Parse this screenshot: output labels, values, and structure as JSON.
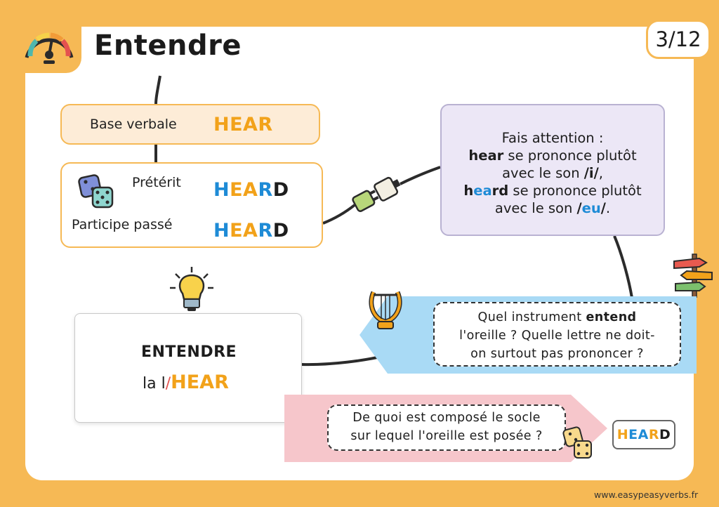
{
  "header": {
    "title": "Entendre",
    "page_counter": "3/12"
  },
  "verb_forms": {
    "base_label": "Base verbale",
    "base_value": "HEAR",
    "preterit_label": "Prétérit",
    "participle_label": "Participe passé",
    "preterit_parts": [
      "H",
      "EA",
      "R",
      "D"
    ],
    "participle_parts": [
      "H",
      "EA",
      "R",
      "D"
    ]
  },
  "pronunciation_note": {
    "line1": "Fais attention :",
    "hear_word": "hear",
    "line2_rest": " se prononce plutôt",
    "line3_pre": "avec le son ",
    "sound_i": "/i/",
    "line3_post": ",",
    "heard_h": "h",
    "heard_ea": "ea",
    "heard_rd": "rd",
    "line4_rest": " se prononce plutôt",
    "line5_pre": "avec le son ",
    "sound_eu_slash1": "/",
    "sound_eu": "eu",
    "sound_eu_slash2": "/",
    "line5_post": "."
  },
  "mnemonic": {
    "word": "ENTENDRE",
    "prefix": "la ",
    "struck": "l",
    "slash": "/",
    "hear": "HEAR"
  },
  "question1": {
    "pre": "Quel instrument ",
    "bold": "entend",
    "line2": "l'oreille ? Quelle lettre ne doit-",
    "line3": "on surtout pas prononcer ?"
  },
  "question2": {
    "line1": "De quoi est composé le socle",
    "line2": "sur lequel l'oreille est posée ?"
  },
  "heard_badge_parts": [
    "H",
    "EA",
    "R",
    "D"
  ],
  "footer": {
    "site": "www.easypeasyverbs.fr"
  },
  "icons": [
    "speedometer-icon",
    "dice-icon",
    "lightbulb-icon",
    "lyre-icon",
    "plug-icon",
    "signpost-icon"
  ],
  "colors": {
    "accent_orange": "#f6b955",
    "letter_yellow": "#f2a21a",
    "letter_blue": "#1e8bd6",
    "note_bg": "#ece7f6",
    "ribbon_blue": "#a9daf5",
    "ribbon_pink": "#f6c6cb"
  }
}
